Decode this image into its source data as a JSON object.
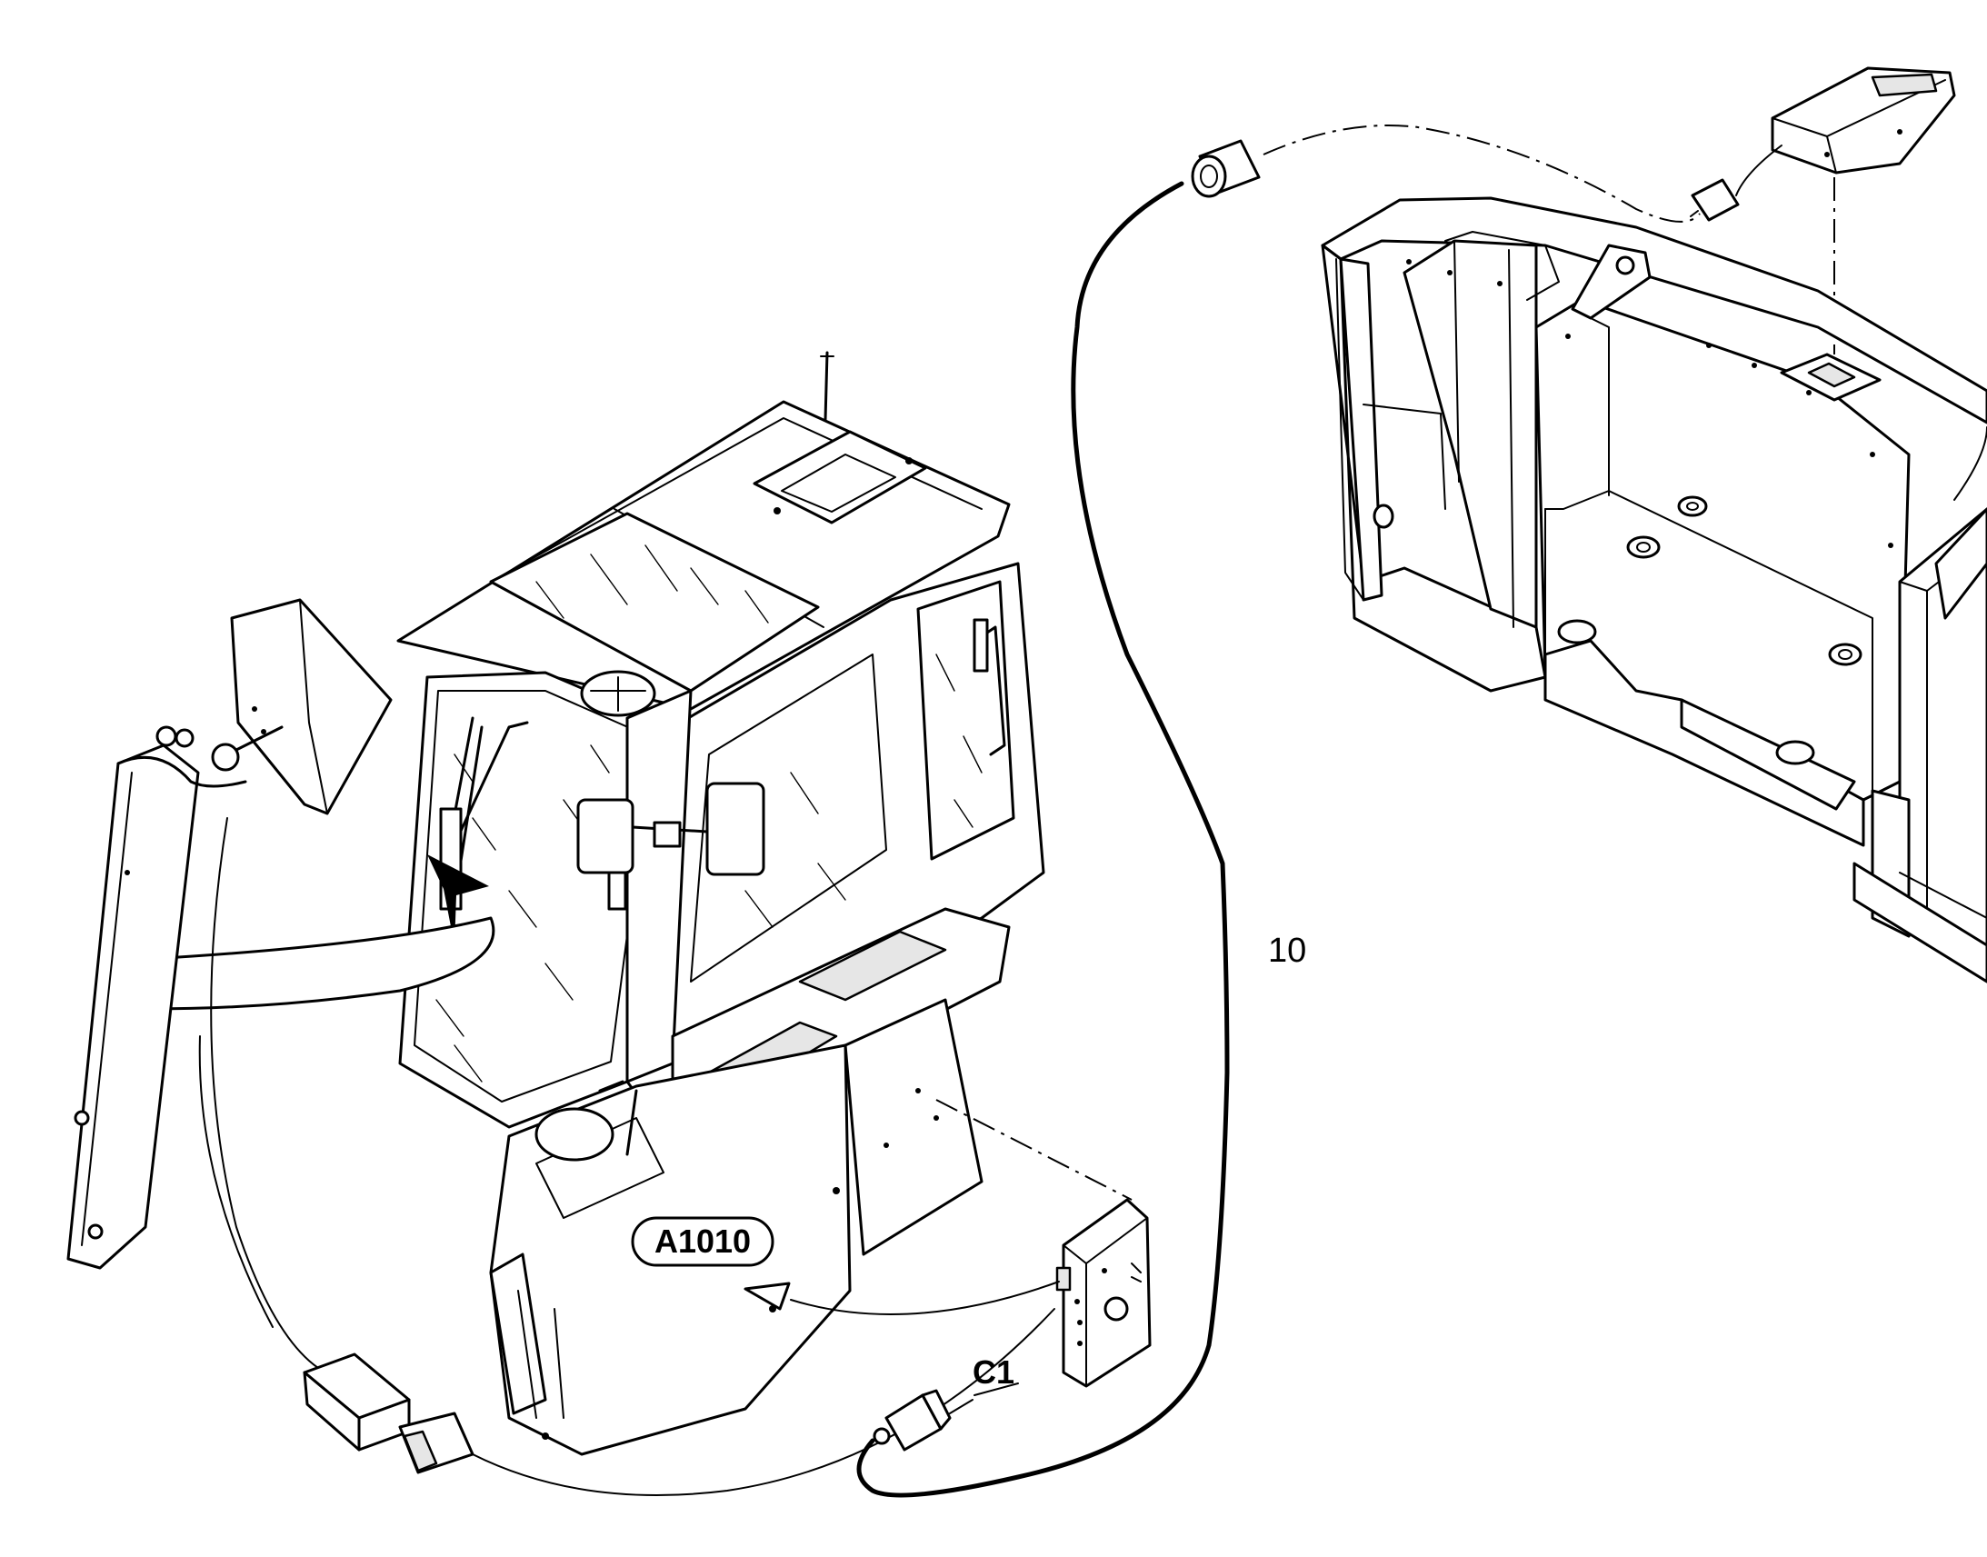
{
  "labels": {
    "unit_callout": "A1010",
    "cable_number": "10",
    "connector": "C1"
  }
}
